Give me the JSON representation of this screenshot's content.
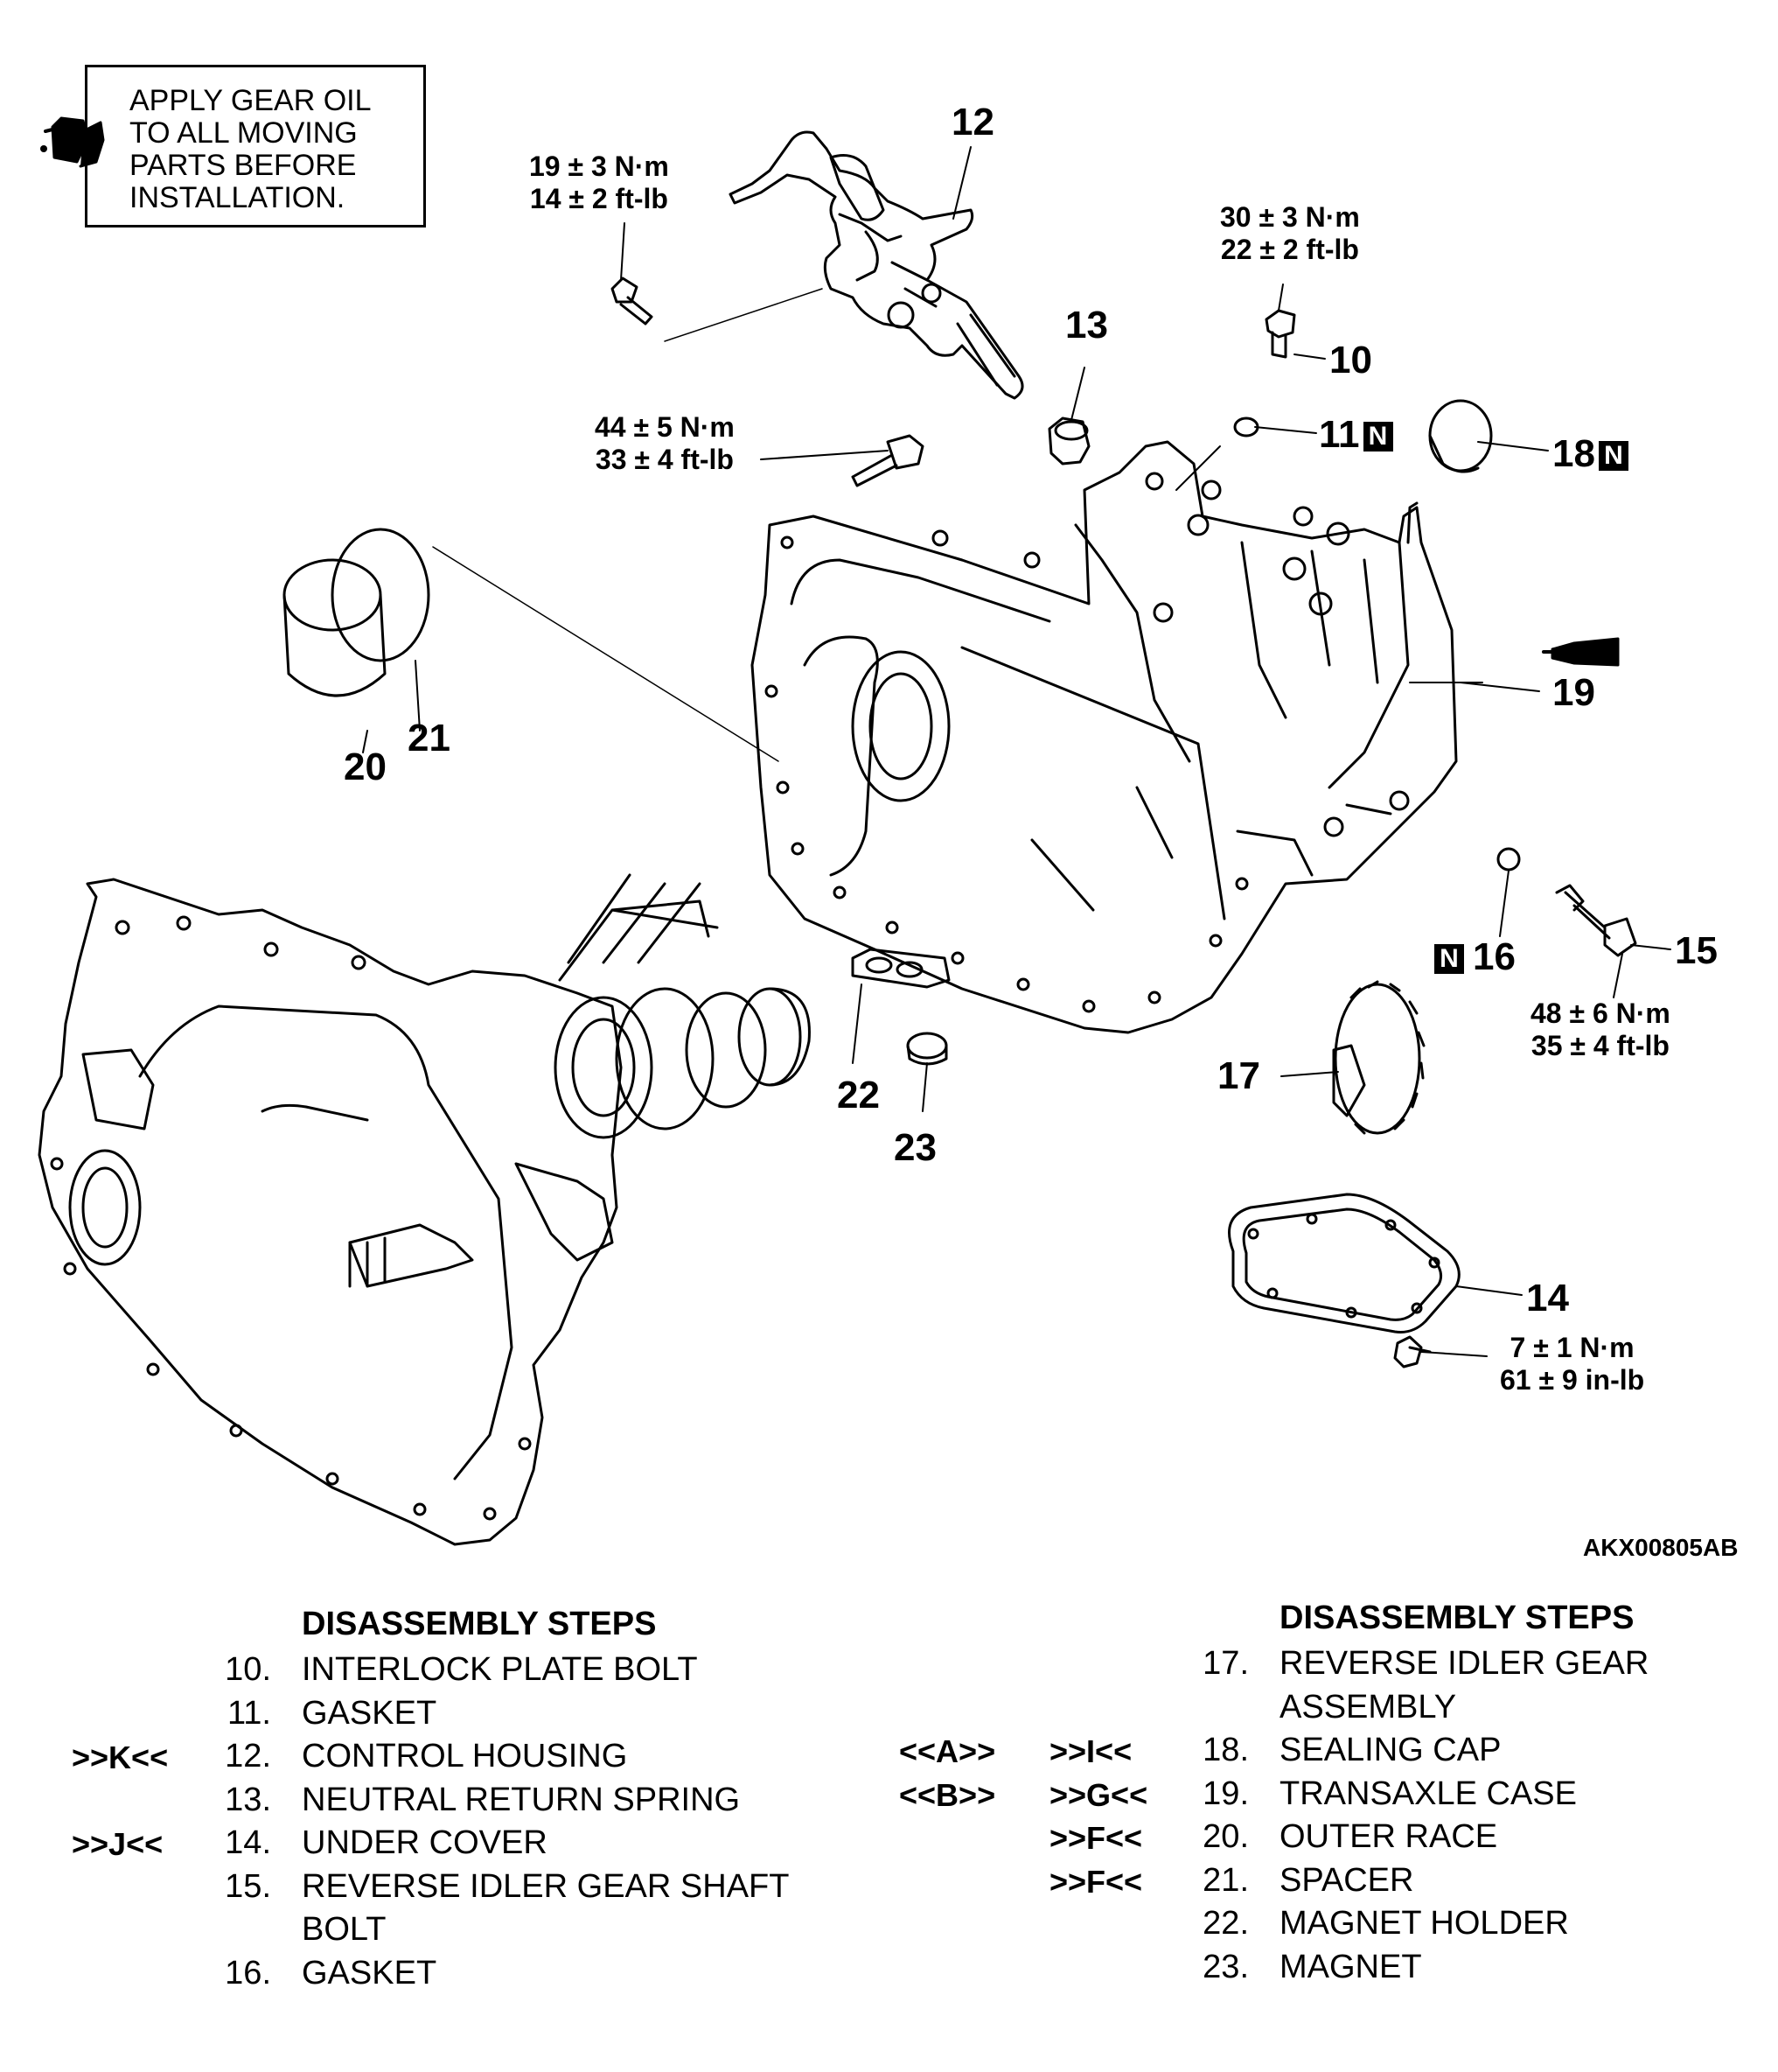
{
  "note": {
    "lines": [
      "APPLY GEAR OIL",
      "TO ALL MOVING",
      "PARTS BEFORE",
      "INSTALLATION."
    ],
    "icon": "oil-can-icon"
  },
  "callouts": {
    "c10": "10",
    "c11": "11",
    "c12": "12",
    "c13": "13",
    "c14": "14",
    "c15": "15",
    "c16": "16",
    "c17": "17",
    "c18": "18",
    "c19": "19",
    "c20": "20",
    "c21": "21",
    "c22": "22",
    "c23": "23",
    "n_badge": "N"
  },
  "torques": {
    "t12": [
      "19 ± 3 N·m",
      "14 ± 2 ft-lb"
    ],
    "t10": [
      "30 ± 3 N·m",
      "22 ± 2 ft-lb"
    ],
    "t13": [
      "44 ± 5 N·m",
      "33 ± 4 ft-lb"
    ],
    "t15": [
      "48 ± 6 N·m",
      "35 ± 4 ft-lb"
    ],
    "t14": [
      "7 ± 1 N·m",
      "61 ± 9 in-lb"
    ]
  },
  "figure_code": "AKX00805AB",
  "steps_left": {
    "heading": "DISASSEMBLY STEPS",
    "rows": [
      {
        "code": "",
        "num": "10.",
        "name": "INTERLOCK PLATE BOLT"
      },
      {
        "code": "",
        "num": "11.",
        "name": "GASKET"
      },
      {
        "code": ">>K<<",
        "num": "12.",
        "name": "CONTROL HOUSING"
      },
      {
        "code": "",
        "num": "13.",
        "name": "NEUTRAL RETURN SPRING"
      },
      {
        "code": ">>J<<",
        "num": "14.",
        "name": "UNDER COVER"
      },
      {
        "code": "",
        "num": "15.",
        "name": "REVERSE IDLER GEAR SHAFT"
      },
      {
        "code": "",
        "num": "",
        "name": "BOLT"
      },
      {
        "code": "",
        "num": "16.",
        "name": "GASKET"
      }
    ]
  },
  "steps_right": {
    "heading": "DISASSEMBLY STEPS",
    "rows": [
      {
        "code_a": "",
        "code_b": "",
        "num": "17.",
        "name": "REVERSE IDLER GEAR"
      },
      {
        "code_a": "",
        "code_b": "",
        "num": "",
        "name": "ASSEMBLY"
      },
      {
        "code_a": "<<A>>",
        "code_b": ">>I<<",
        "num": "18.",
        "name": "SEALING CAP"
      },
      {
        "code_a": "<<B>>",
        "code_b": ">>G<<",
        "num": "19.",
        "name": "TRANSAXLE CASE"
      },
      {
        "code_a": "",
        "code_b": ">>F<<",
        "num": "20.",
        "name": "OUTER RACE"
      },
      {
        "code_a": "",
        "code_b": ">>F<<",
        "num": "21.",
        "name": "SPACER"
      },
      {
        "code_a": "",
        "code_b": "",
        "num": "22.",
        "name": "MAGNET HOLDER"
      },
      {
        "code_a": "",
        "code_b": "",
        "num": "23.",
        "name": "MAGNET"
      }
    ]
  }
}
